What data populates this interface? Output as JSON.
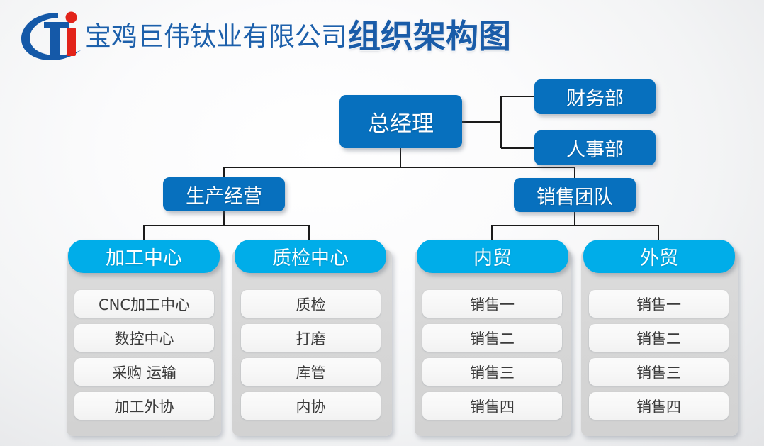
{
  "header": {
    "company_name": "宝鸡巨伟钛业有限公司",
    "chart_title": "组织架构图",
    "logo_name": "cti-company-logo"
  },
  "colors": {
    "primary_blue": "#0770be",
    "accent_cyan": "#00ade9",
    "title_blue": "#1a5ca8",
    "logo_blue": "#1559a8",
    "logo_red": "#e2231a",
    "panel_gray": "#d6d6d6",
    "pill_white": "#f7f7f7",
    "line_black": "#1a1a1a"
  },
  "org": {
    "root": {
      "label": "总经理"
    },
    "staff_units": [
      {
        "label": "财务部"
      },
      {
        "label": "人事部"
      }
    ],
    "divisions": [
      {
        "label": "生产经营",
        "groups": [
          {
            "header": "加工中心",
            "items": [
              "CNC加工中心",
              "数控中心",
              "采购 运输",
              "加工外协"
            ]
          },
          {
            "header": "质检中心",
            "items": [
              "质检",
              "打磨",
              "库管",
              "内协"
            ]
          }
        ]
      },
      {
        "label": "销售团队",
        "groups": [
          {
            "header": "内贸",
            "items": [
              "销售一",
              "销售二",
              "销售三",
              "销售四"
            ]
          },
          {
            "header": "外贸",
            "items": [
              "销售一",
              "销售二",
              "销售三",
              "销售四"
            ]
          }
        ]
      }
    ]
  }
}
